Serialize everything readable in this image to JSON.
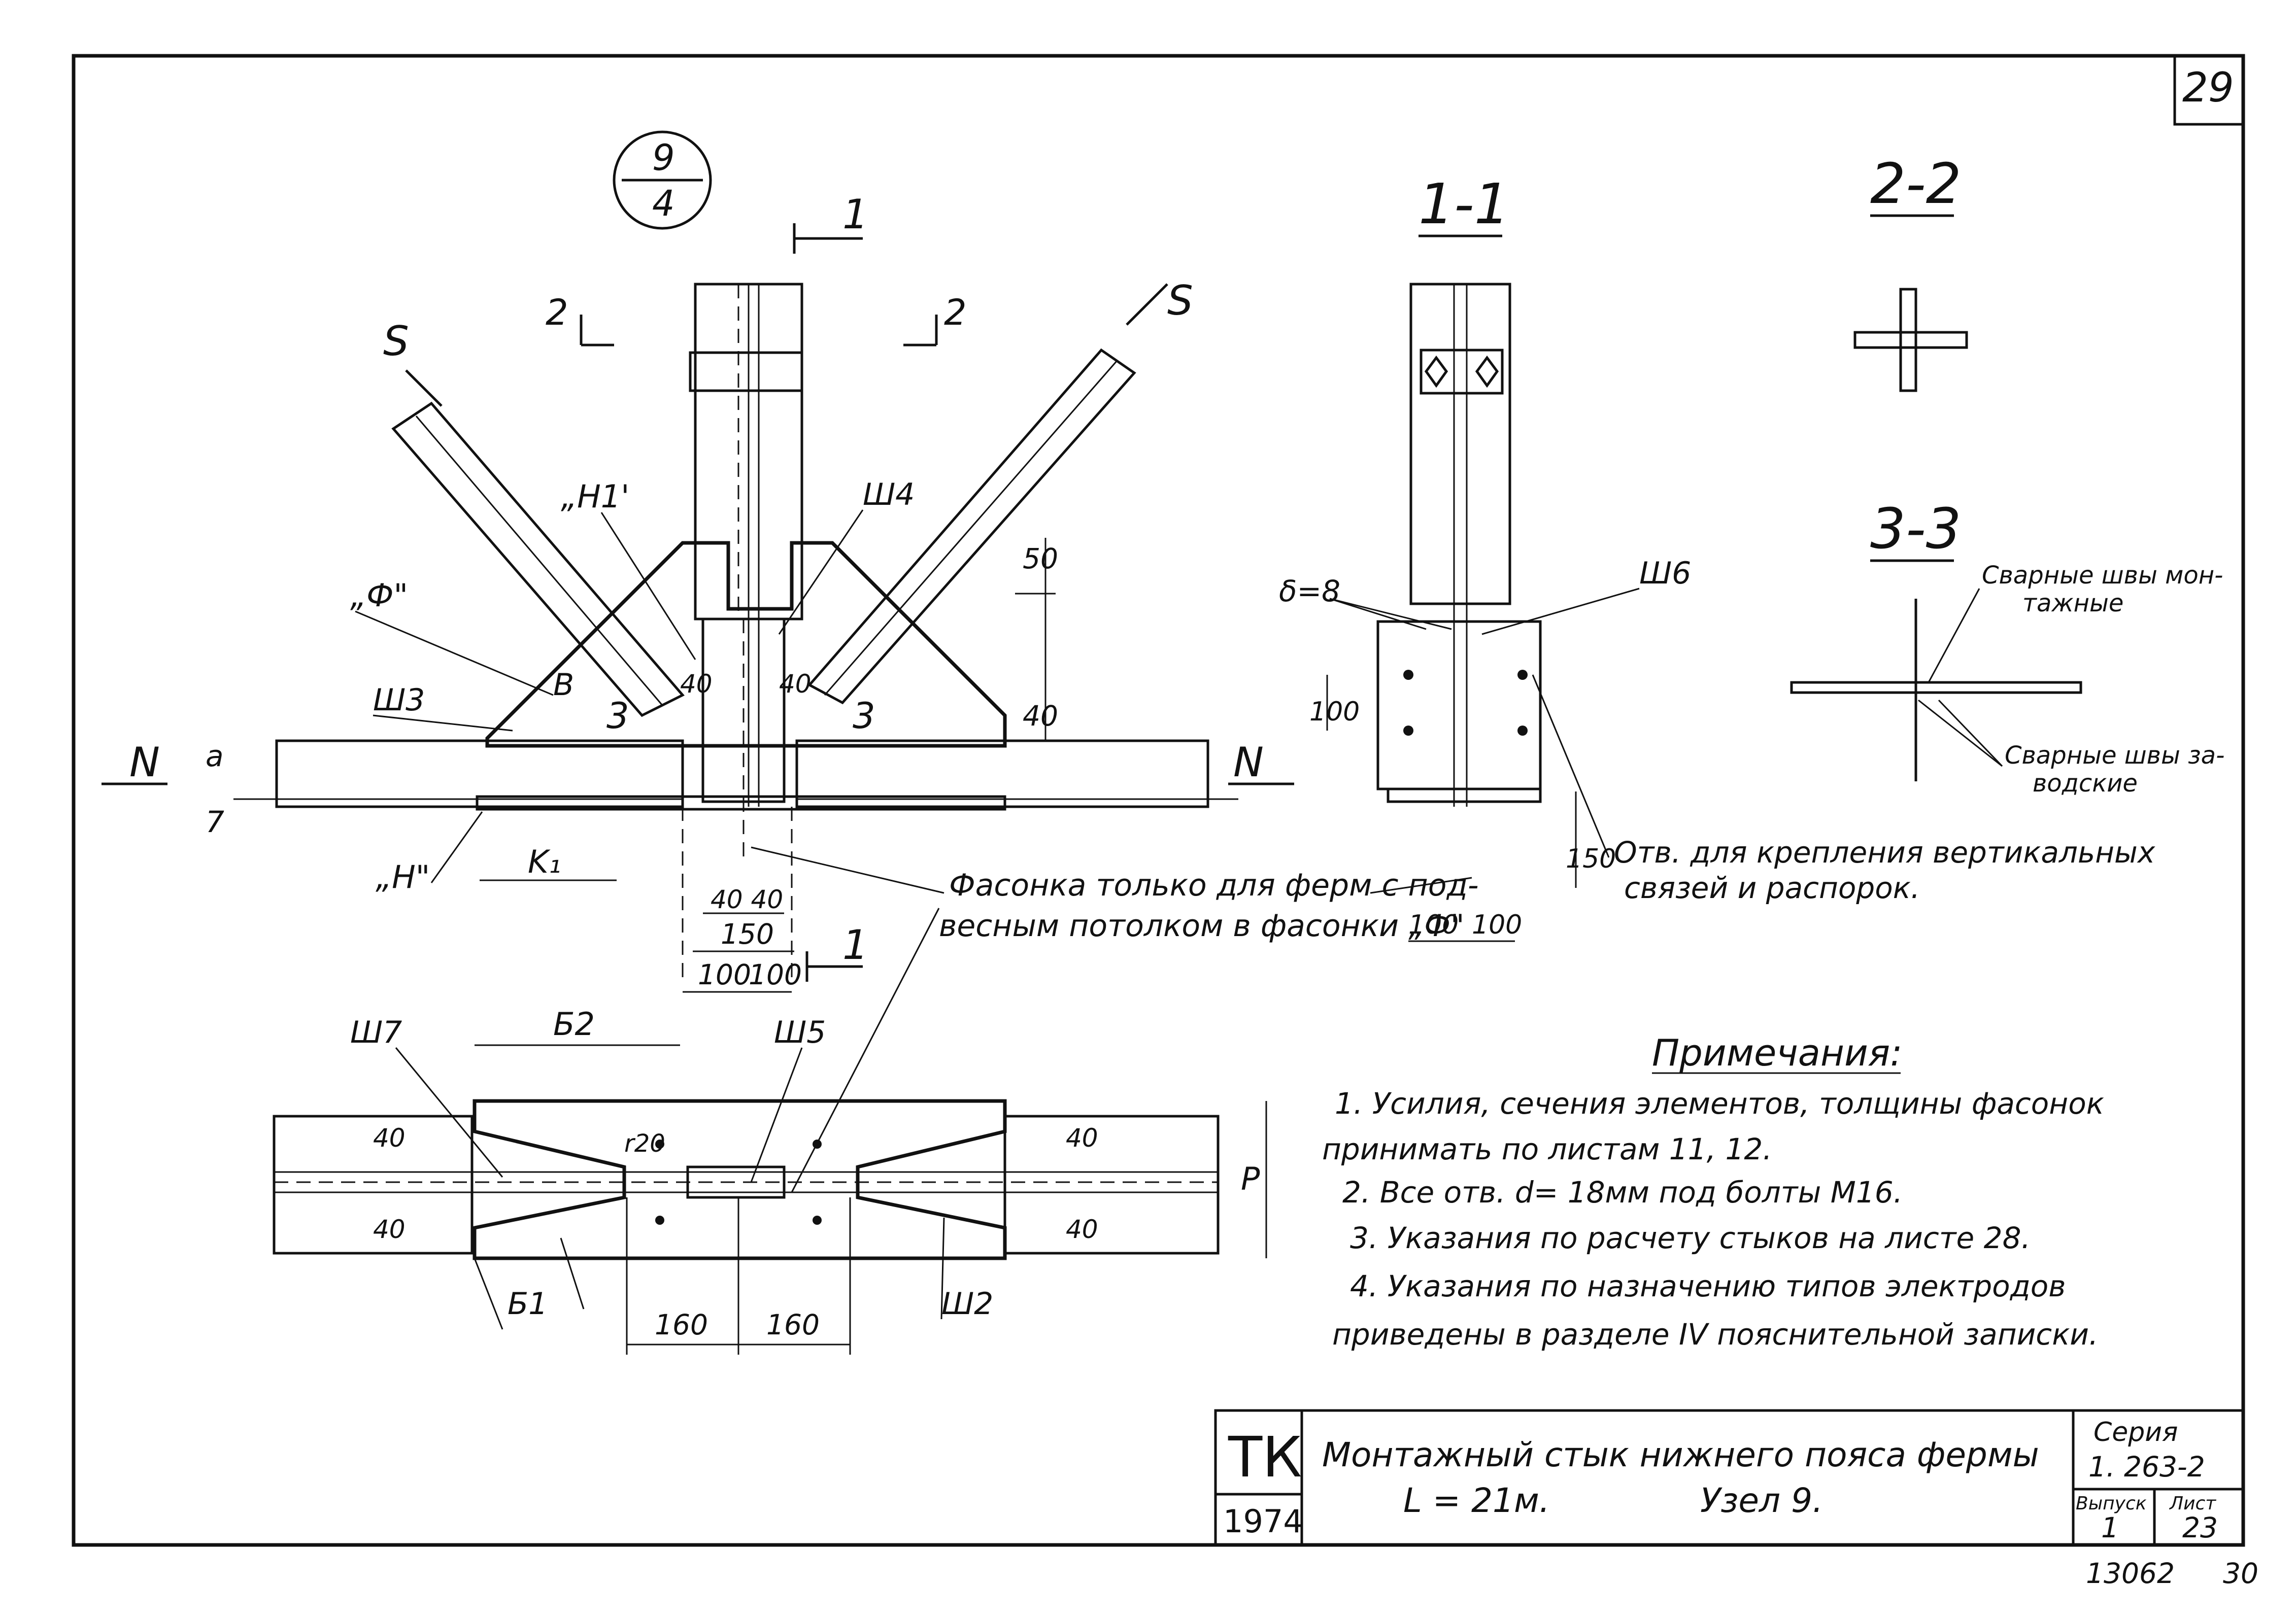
{
  "sheet_number": "29",
  "bottom_numbers": {
    "left": "13062",
    "right": "30"
  },
  "node_marker": {
    "top": "9",
    "bottom": "4"
  },
  "sections": {
    "s11": "1-1",
    "s22": "2-2",
    "s33": "3-3"
  },
  "cut_marks": {
    "one": "1",
    "two": "2",
    "three": "3"
  },
  "force_labels": {
    "S": "S",
    "N": "N"
  },
  "element_labels": {
    "H1": "„H1'",
    "F": "„Ф\"",
    "H": "„H\"",
    "Sh2": "Ш2",
    "Sh3": "Ш3",
    "Sh4": "Ш4",
    "Sh5": "Ш5",
    "Sh6": "Ш6",
    "Sh7": "Ш7",
    "B": "В",
    "a": "a",
    "seven": "7",
    "K1": "K₁",
    "B1": "Б1",
    "B2": "Б2",
    "P": "P",
    "delta": "δ=8"
  },
  "dimensions": {
    "d50": "50",
    "d40": "40",
    "d40b": "40",
    "d40c": "40",
    "d4040": "40 40",
    "d150": "150",
    "d100a": "100",
    "d100b": "100",
    "s11_100": "100",
    "s11_150": "150",
    "s11_100a": "100",
    "s11_100b": "100",
    "plan_40a": "40",
    "plan_40b": "40",
    "plan_40c": "40",
    "plan_40d": "40",
    "plan_160a": "160",
    "plan_160b": "160",
    "r20": "r20"
  },
  "callouts": {
    "gusset_note_line1": "Фасонка только для ферм с под-",
    "gusset_note_line2": "весным потолком в фасонки „Ф\"",
    "holes_note_line1": "Отв. для крепления вертикальных",
    "holes_note_line2": "связей и распорок.",
    "welds_field_line1": "Сварные швы мон-",
    "welds_field_line2": "тажные",
    "welds_shop_line1": "Сварные швы за-",
    "welds_shop_line2": "водские"
  },
  "notes": {
    "heading": "Примечания:",
    "lines": [
      "1. Усилия, сечения элементов, толщины фасонок",
      "принимать по листам 11, 12.",
      "2. Все отв. d= 18мм под болты М16.",
      "3. Указания по расчету стыков на листе 28.",
      "4. Указания по назначению типов электродов",
      "приведены в разделе IV пояснительной записки."
    ]
  },
  "title_block": {
    "tk": "ТК",
    "year": "1974",
    "title_line1": "Монтажный стык нижнего пояса фермы",
    "title_line2_left": "L = 21м.",
    "title_line2_right": "Узел 9.",
    "series_label": "Серия",
    "series_value": "1. 263-2",
    "issue_label": "Выпуск",
    "issue_value": "1",
    "sheet_label": "Лист",
    "sheet_value": "23"
  }
}
